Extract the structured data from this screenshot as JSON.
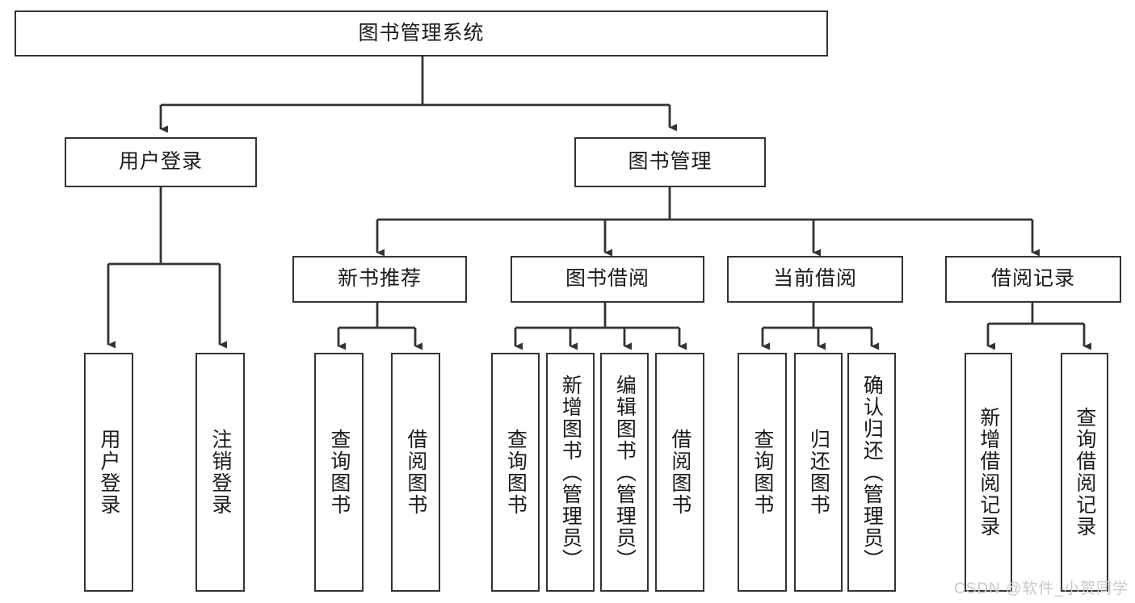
{
  "diagram": {
    "title": "图书管理系统",
    "type": "tree-hierarchy",
    "watermark": "CSDN @软件_小贺同学",
    "colors": {
      "border": "#333333",
      "background": "#ffffff",
      "text": "#1a1a1a",
      "watermark": "#c9c9c9"
    },
    "nodes": {
      "root": {
        "label": "图书管理系统",
        "orientation": "horizontal"
      },
      "level2": [
        {
          "label": "用户登录",
          "orientation": "horizontal"
        },
        {
          "label": "图书管理",
          "orientation": "horizontal"
        }
      ],
      "level3": [
        {
          "label": "新书推荐",
          "orientation": "horizontal"
        },
        {
          "label": "图书借阅",
          "orientation": "horizontal"
        },
        {
          "label": "当前借阅",
          "orientation": "horizontal"
        },
        {
          "label": "借阅记录",
          "orientation": "horizontal"
        }
      ],
      "leaves": [
        {
          "label": "用户登录",
          "orientation": "vertical",
          "parent": "用户登录"
        },
        {
          "label": "注销登录",
          "orientation": "vertical",
          "parent": "用户登录"
        },
        {
          "label": "查询图书",
          "orientation": "vertical",
          "parent": "新书推荐"
        },
        {
          "label": "借阅图书",
          "orientation": "vertical",
          "parent": "新书推荐"
        },
        {
          "label": "查询图书",
          "orientation": "vertical",
          "parent": "图书借阅"
        },
        {
          "label": "新增图书（管理员）",
          "orientation": "vertical",
          "parent": "图书借阅"
        },
        {
          "label": "编辑图书（管理员）",
          "orientation": "vertical",
          "parent": "图书借阅"
        },
        {
          "label": "借阅图书",
          "orientation": "vertical",
          "parent": "图书借阅"
        },
        {
          "label": "查询图书",
          "orientation": "vertical",
          "parent": "当前借阅"
        },
        {
          "label": "归还图书",
          "orientation": "vertical",
          "parent": "当前借阅"
        },
        {
          "label": "确认归还（管理员）",
          "orientation": "vertical",
          "parent": "当前借阅"
        },
        {
          "label": "新增借阅记录",
          "orientation": "vertical",
          "parent": "借阅记录"
        },
        {
          "label": "查询借阅记录",
          "orientation": "vertical",
          "parent": "借阅记录"
        }
      ]
    }
  }
}
